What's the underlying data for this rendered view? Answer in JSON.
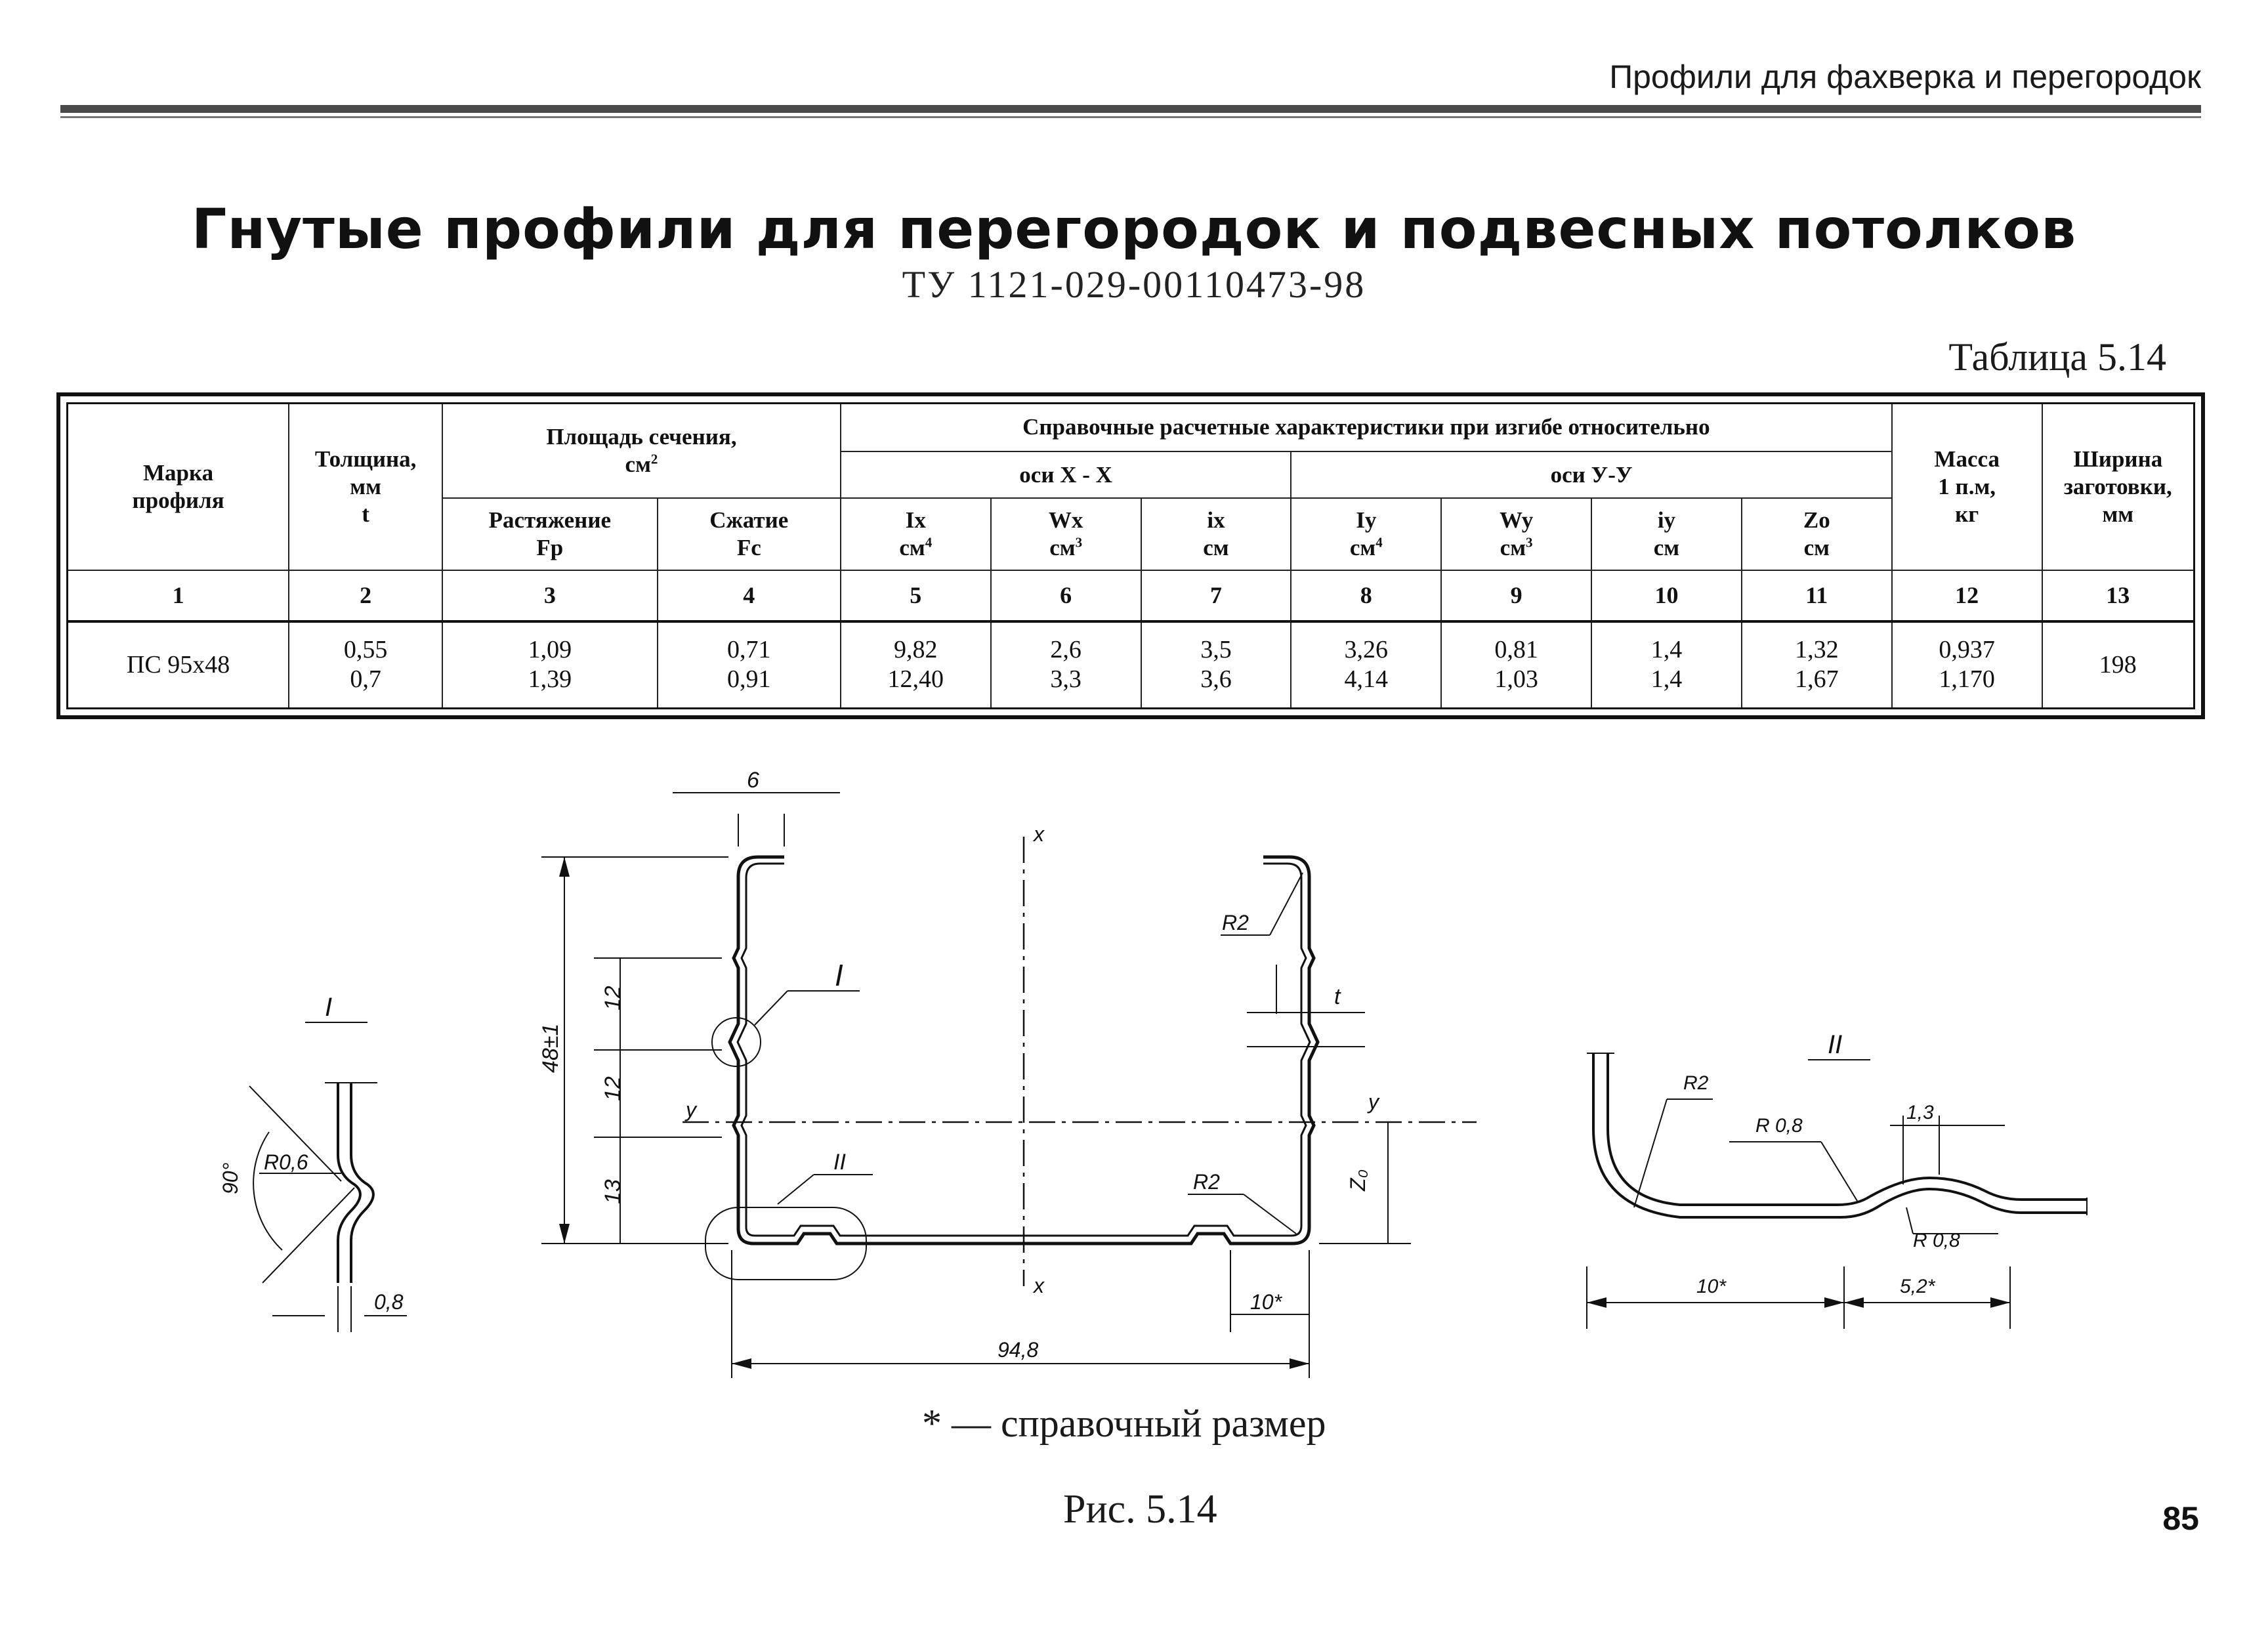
{
  "header": {
    "section": "Профили для фахверка и перегородок"
  },
  "title": "Гнутые профили для перегородок и подвесных потолков",
  "subtitle": "ТУ 1121-029-00110473-98",
  "table_label": "Таблица 5.14",
  "table": {
    "headers": {
      "mark": [
        "Марка",
        "профиля"
      ],
      "thickness": [
        "Толщина,",
        "мм",
        "t"
      ],
      "area": "Площадь сечения,",
      "area_unit": "см",
      "area_unit_sup": "2",
      "tension": [
        "Растяжение",
        "Fp"
      ],
      "compression": [
        "Сжатие",
        "Fc"
      ],
      "bending": "Справочные расчетные характеристики при изгибе относительно",
      "axis_x": "оси X - X",
      "axis_y": "оси У-У",
      "ix_cap": "Ix",
      "ix_unit": "см",
      "ix_sup": "4",
      "wx_cap": "Wx",
      "wx_unit": "см",
      "wx_sup": "3",
      "ix_small": "ix",
      "ix_small_unit": "см",
      "iy_cap": "Iy",
      "iy_unit": "см",
      "iy_sup": "4",
      "wy_cap": "Wy",
      "wy_unit": "см",
      "wy_sup": "3",
      "iy_small": "iy",
      "iy_small_unit": "см",
      "zo": "Zo",
      "zo_unit": "см",
      "mass": [
        "Масса",
        "1 п.м,",
        "кг"
      ],
      "width": [
        "Ширина",
        "заготовки,",
        "мм"
      ]
    },
    "column_numbers": [
      "1",
      "2",
      "3",
      "4",
      "5",
      "6",
      "7",
      "8",
      "9",
      "10",
      "11",
      "12",
      "13"
    ],
    "row": {
      "mark": "ПС 95х48",
      "thickness": [
        "0,55",
        "0,7"
      ],
      "fp": [
        "1,09",
        "1,39"
      ],
      "fc": [
        "0,71",
        "0,91"
      ],
      "Ix": [
        "9,82",
        "12,40"
      ],
      "Wx": [
        "2,6",
        "3,3"
      ],
      "ix": [
        "3,5",
        "3,6"
      ],
      "Iy": [
        "3,26",
        "4,14"
      ],
      "Wy": [
        "0,81",
        "1,03"
      ],
      "iy": [
        "1,4",
        "1,4"
      ],
      "Zo": [
        "1,32",
        "1,67"
      ],
      "mass": [
        "0,937",
        "1,170"
      ],
      "width": "198"
    }
  },
  "drawing": {
    "main": {
      "top_dim": "6",
      "height_dim": "48±1",
      "dim_12_a": "12",
      "dim_12_b": "12",
      "dim_13": "13",
      "axis_x_top": "x",
      "axis_x_bottom": "x",
      "axis_y_left": "y",
      "axis_y_right": "y",
      "detail_I": "I",
      "detail_II": "II",
      "radius_top": "R2",
      "radius_bottom": "R2",
      "thickness_label": "t",
      "z0_label": "Z₀",
      "width_dim": "94,8",
      "flange_dim": "10*"
    },
    "detail_I": {
      "title": "I",
      "angle": "90°",
      "radius": "R0,6",
      "thickness": "0,8"
    },
    "detail_II": {
      "title": "II",
      "radius_corner": "R2",
      "radius_rib_top": "R 0,8",
      "rib_height": "1,3",
      "radius_rib_bottom": "R 0,8",
      "dim_left": "10*",
      "dim_right": "5,2*"
    }
  },
  "footnote": "* — справочный размер",
  "caption": "Рис. 5.14",
  "page_number": "85"
}
